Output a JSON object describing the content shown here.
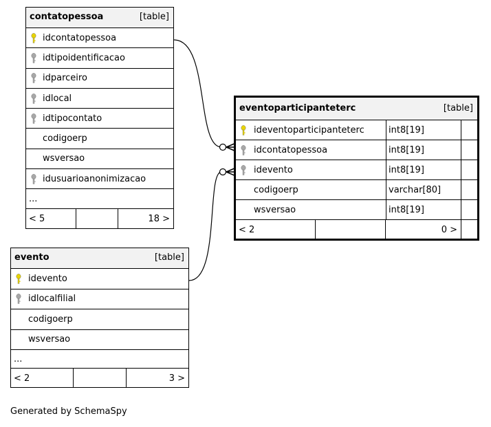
{
  "tables": {
    "contatopessoa": {
      "name": "contatopessoa",
      "kind": "[table]",
      "columns": [
        {
          "name": "idcontatopessoa",
          "key": "pk"
        },
        {
          "name": "idtipoidentificacao",
          "key": "fk"
        },
        {
          "name": "idparceiro",
          "key": "fk"
        },
        {
          "name": "idlocal",
          "key": "fk"
        },
        {
          "name": "idtipocontato",
          "key": "fk"
        },
        {
          "name": "codigoerp",
          "key": ""
        },
        {
          "name": "wsversao",
          "key": ""
        },
        {
          "name": "idusuarioanonimizacao",
          "key": "fk"
        }
      ],
      "more": "...",
      "foot_left": "< 5",
      "foot_right": "18 >"
    },
    "evento": {
      "name": "evento",
      "kind": "[table]",
      "columns": [
        {
          "name": "idevento",
          "key": "pk"
        },
        {
          "name": "idlocalfilial",
          "key": "fk"
        },
        {
          "name": "codigoerp",
          "key": ""
        },
        {
          "name": "wsversao",
          "key": ""
        }
      ],
      "more": "...",
      "foot_left": "< 2",
      "foot_right": "3 >"
    },
    "eventoparticipanteterc": {
      "name": "eventoparticipanteterc",
      "kind": "[table]",
      "columns": [
        {
          "name": "ideventoparticipanteterc",
          "type": "int8[19]",
          "key": "pk"
        },
        {
          "name": "idcontatopessoa",
          "type": "int8[19]",
          "key": "fk"
        },
        {
          "name": "idevento",
          "type": "int8[19]",
          "key": "fk"
        },
        {
          "name": "codigoerp",
          "type": "varchar[80]",
          "key": ""
        },
        {
          "name": "wsversao",
          "type": "int8[19]",
          "key": ""
        }
      ],
      "foot_left": "< 2",
      "foot_right": "0 >"
    }
  },
  "colors": {
    "primary_key": "#e8d400",
    "foreign_key": "#a8a8a8",
    "header_bg": "#f2f2f2"
  },
  "icons": {
    "primary_key": "key-icon-gold",
    "foreign_key": "key-icon-gray"
  },
  "caption": "Generated by SchemaSpy"
}
